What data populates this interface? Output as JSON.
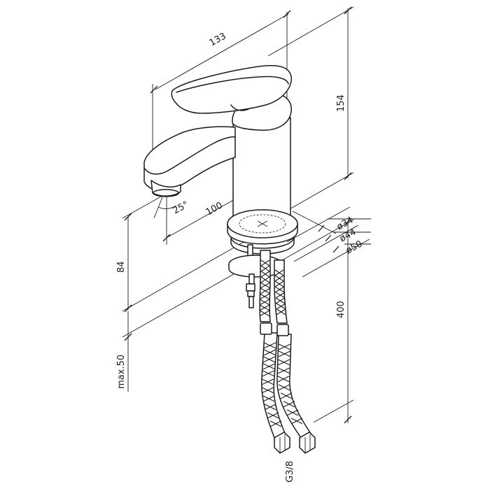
{
  "dimensions": {
    "total_height": "154",
    "handle_length": "133",
    "spout_reach": "100",
    "spout_angle": "25°",
    "spout_height": "84",
    "max_counter_thickness": "max.50",
    "hose_length": "400",
    "diameter_34": "ø34",
    "diameter_44": "ø44",
    "diameter_50": "ø50",
    "thread": "G3/8"
  }
}
